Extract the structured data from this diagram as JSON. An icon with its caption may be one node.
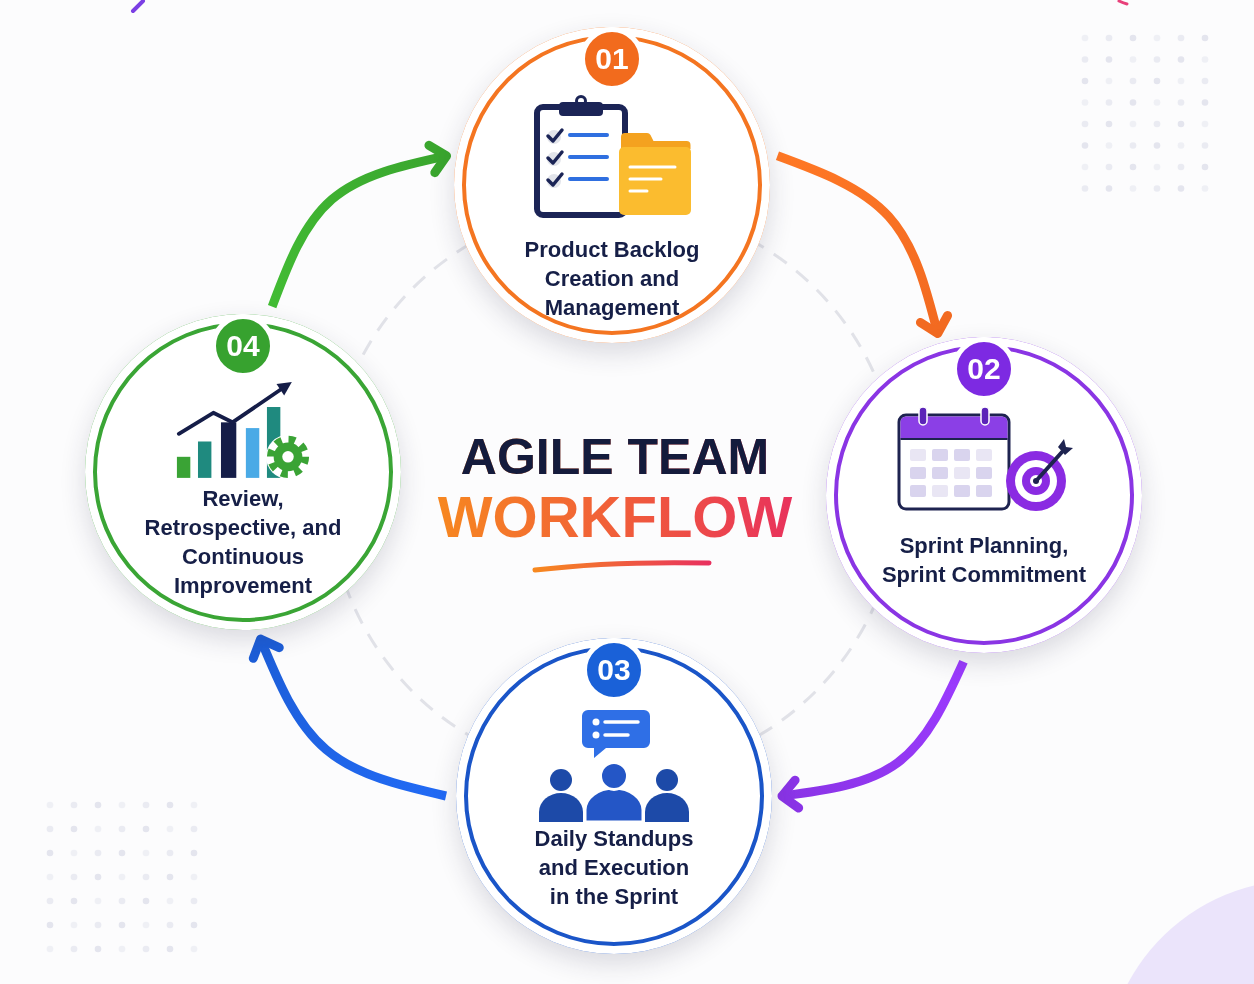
{
  "diagram": {
    "title": "AGILE TEAM WORKFLOW",
    "nodes": [
      {
        "text": [
          "01",
          "Product Backlog Creation and Management"
        ]
      },
      {
        "text": [
          "02",
          "Sprint Planning, Sprint Commitment"
        ]
      },
      {
        "text": [
          "03",
          "Daily Standups and Execution in the Sprint"
        ]
      },
      {
        "text": [
          "04",
          "Review, Retrospective, and Continuous Improvement"
        ]
      }
    ],
    "edges": [
      {
        "from": 0,
        "to": 1,
        "arrow": "to",
        "color": "#f26a21"
      },
      {
        "from": 1,
        "to": 2,
        "arrow": "to",
        "color": "#8a34e6"
      },
      {
        "from": 2,
        "to": 3,
        "arrow": "to",
        "color": "#1d5ed8"
      },
      {
        "from": 3,
        "to": 0,
        "arrow": "to",
        "color": "#3aa62e"
      }
    ]
  }
}
